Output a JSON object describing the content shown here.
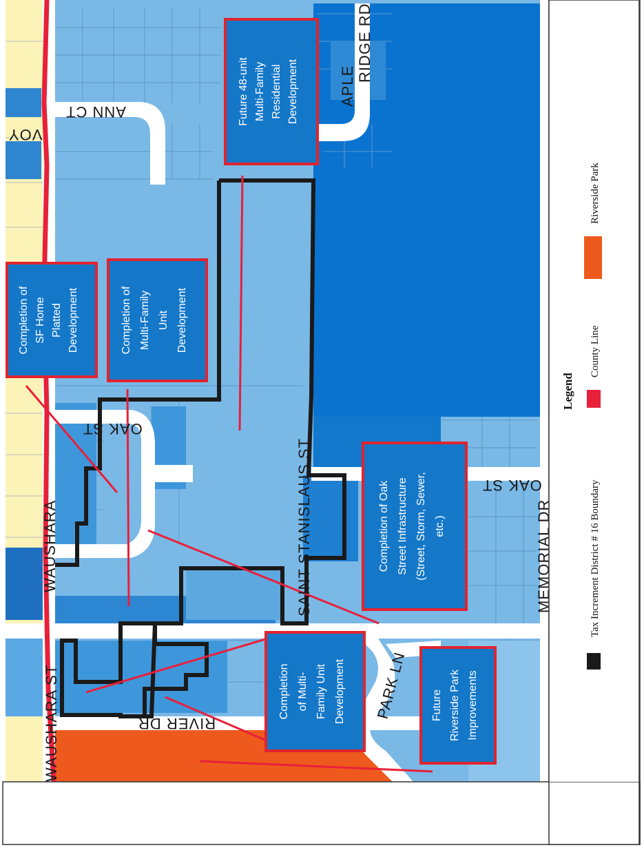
{
  "colors": {
    "district_fill": "#7ab8e6",
    "parcel_mid": "#4aa2e0",
    "parcel_dark": "#1f7fd0",
    "large_parcel": "#0a73cf",
    "outside_yellow": "#fbf3b7",
    "county_line": "#e8203a",
    "tid_boundary": "#1a1a1a",
    "riverside_park": "#ee5a1d",
    "street": "#ffffff",
    "callout_fill": "#1477c8",
    "callout_border": "#e0242f",
    "leader_line": "#e8203a"
  },
  "streets": {
    "wautoma": "WAUSHARA",
    "waushara_st": "WAUSHARA ST",
    "ann_ct": "ANN CT",
    "maple_ridge": "RIDGE RD",
    "maple_fragment": "APLE",
    "oak_st_top": "OAK ST",
    "oak_st_bottom": "OAK ST",
    "saint_stanislaus": "SAINT STANISLAUS ST",
    "memorial_dr": "MEMORIAL DR",
    "river_dr": "RIVER DR",
    "park_ln": "PARK LN",
    "voy": "VOY"
  },
  "callouts": {
    "future_48_unit": [
      "Future 48-unit",
      "Multi-Family",
      "Residential",
      "Development"
    ],
    "sf_home": [
      "Completion of",
      "SF Home",
      "Platted",
      "Development"
    ],
    "mf_unit_top": [
      "Completion of",
      "Multi-Family",
      "Unit",
      "Development"
    ],
    "oak_street": [
      "Completion of Oak",
      "Street Infrastructure",
      "(Street, Storm, Sewer,",
      "etc.)"
    ],
    "mf_unit_bottom": [
      "Completion",
      "of Multi-",
      "Family Unit",
      "Development"
    ],
    "riverside_improvements": [
      "Future",
      "Riverside Park",
      "Improvements"
    ]
  },
  "legend": {
    "title": "Legend",
    "items": [
      {
        "label": "Tax Increment District # 16 Boundary",
        "swatch": "black-box-icon",
        "color": "#1a1a1a"
      },
      {
        "label": "County Line",
        "swatch": "red-box-icon",
        "color": "#e8203a"
      },
      {
        "label": "Riverside Park",
        "swatch": "orange-box-icon",
        "color": "#ee5a1d"
      }
    ]
  }
}
